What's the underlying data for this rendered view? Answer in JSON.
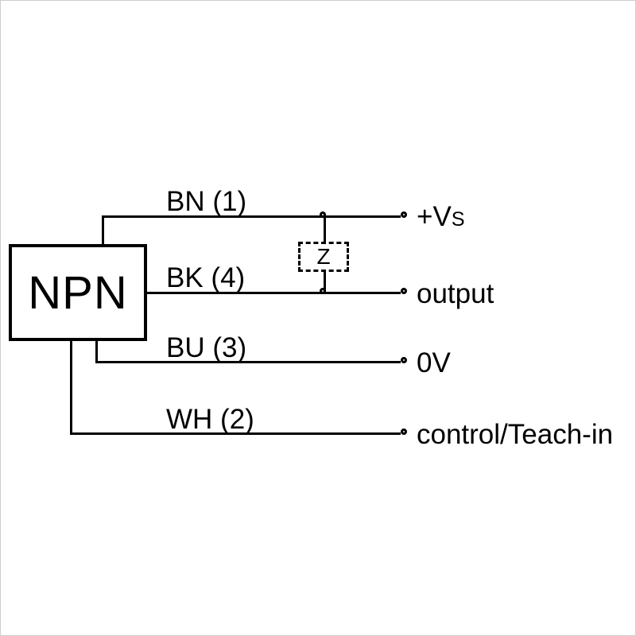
{
  "diagram": {
    "device_label": "NPN",
    "load_label": "Z",
    "wires": [
      {
        "wire_label": "BN (1)",
        "terminal_label": "+V",
        "terminal_suffix": "s"
      },
      {
        "wire_label": "BK (4)",
        "terminal_label": "output",
        "terminal_suffix": ""
      },
      {
        "wire_label": "BU (3)",
        "terminal_label": "0V",
        "terminal_suffix": ""
      },
      {
        "wire_label": "WH (2)",
        "terminal_label": "control/Teach-in",
        "terminal_suffix": ""
      }
    ]
  }
}
